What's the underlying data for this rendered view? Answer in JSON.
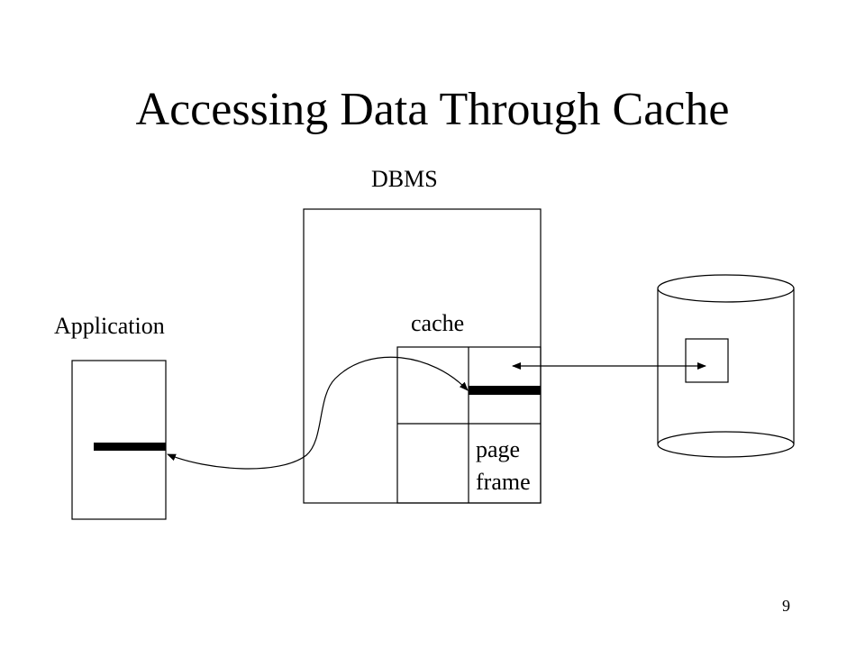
{
  "slide": {
    "title": "Accessing Data Through Cache",
    "page_number": "9"
  },
  "diagram": {
    "dbms_label": "DBMS",
    "application_label": "Application",
    "cache_label": "cache",
    "page_frame_label_line1": "page",
    "page_frame_label_line2": "frame"
  }
}
